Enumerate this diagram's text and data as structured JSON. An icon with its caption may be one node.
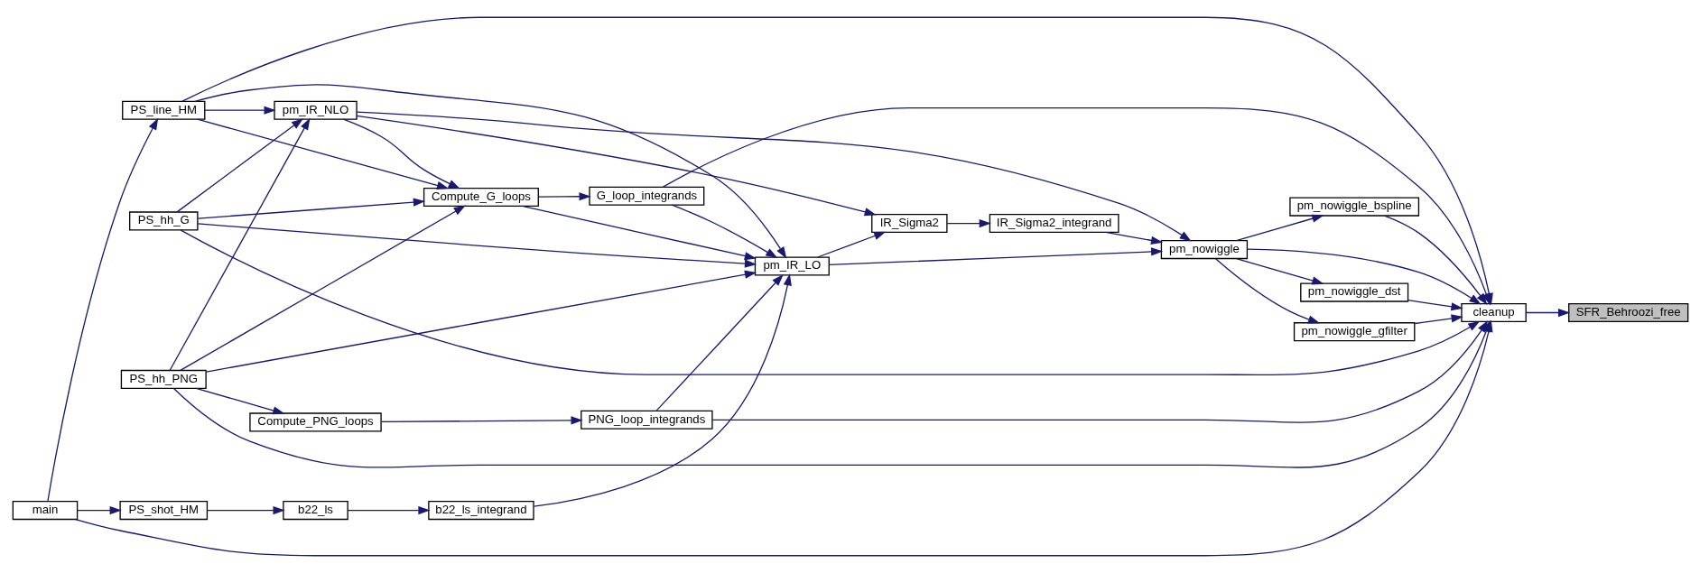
{
  "diagram": {
    "nodes": [
      {
        "text": [
          "main"
        ]
      },
      {
        "text": [
          "PS_line_HM"
        ]
      },
      {
        "text": [
          "PS_hh_G"
        ]
      },
      {
        "text": [
          "PS_hh_PNG"
        ]
      },
      {
        "text": [
          "PS_shot_HM"
        ]
      },
      {
        "text": [
          "Compute_G_loops"
        ]
      },
      {
        "text": [
          "pm_IR_NLO"
        ]
      },
      {
        "text": [
          "Compute_PNG_loops"
        ]
      },
      {
        "text": [
          "b22_ls"
        ]
      },
      {
        "text": [
          "b22_ls_integrand"
        ]
      },
      {
        "text": [
          "G_loop_integrands"
        ]
      },
      {
        "text": [
          "pm_IR_LO"
        ]
      },
      {
        "text": [
          "PNG_loop_integrands"
        ]
      },
      {
        "text": [
          "IR_Sigma2"
        ]
      },
      {
        "text": [
          "IR_Sigma2_integrand"
        ]
      },
      {
        "text": [
          "pm_nowiggle"
        ]
      },
      {
        "text": [
          "pm_nowiggle_dst"
        ]
      },
      {
        "text": [
          "pm_nowiggle_gfilter"
        ]
      },
      {
        "text": [
          "pm_nowiggle_bspline"
        ]
      },
      {
        "text": [
          "cleanup"
        ]
      },
      {
        "text": [
          "SFR_Behroozi_free"
        ]
      }
    ],
    "edges": [
      {
        "from": 0,
        "to": 4,
        "arrow": "to"
      },
      {
        "from": 0,
        "to": 1,
        "arrow": "to"
      },
      {
        "from": 0,
        "to": 19,
        "arrow": "to"
      },
      {
        "from": 4,
        "to": 8,
        "arrow": "to"
      },
      {
        "from": 8,
        "to": 9,
        "arrow": "to"
      },
      {
        "from": 9,
        "to": 11,
        "arrow": "to"
      },
      {
        "from": 1,
        "to": 19,
        "arrow": "to"
      },
      {
        "from": 1,
        "to": 11,
        "arrow": "to"
      },
      {
        "from": 1,
        "to": 5,
        "arrow": "to"
      },
      {
        "from": 1,
        "to": 6,
        "arrow": "to"
      },
      {
        "from": 2,
        "to": 19,
        "arrow": "to"
      },
      {
        "from": 2,
        "to": 5,
        "arrow": "to"
      },
      {
        "from": 2,
        "to": 11,
        "arrow": "to"
      },
      {
        "from": 2,
        "to": 6,
        "arrow": "to"
      },
      {
        "from": 3,
        "to": 5,
        "arrow": "to"
      },
      {
        "from": 3,
        "to": 6,
        "arrow": "to"
      },
      {
        "from": 3,
        "to": 11,
        "arrow": "to"
      },
      {
        "from": 3,
        "to": 7,
        "arrow": "to"
      },
      {
        "from": 3,
        "to": 19,
        "arrow": "to"
      },
      {
        "from": 5,
        "to": 10,
        "arrow": "to"
      },
      {
        "from": 5,
        "to": 11,
        "arrow": "to"
      },
      {
        "from": 6,
        "to": 5,
        "arrow": "to"
      },
      {
        "from": 6,
        "to": 13,
        "arrow": "to"
      },
      {
        "from": 6,
        "to": 15,
        "arrow": "to"
      },
      {
        "from": 7,
        "to": 12,
        "arrow": "to"
      },
      {
        "from": 10,
        "to": 11,
        "arrow": "to"
      },
      {
        "from": 10,
        "to": 19,
        "arrow": "to"
      },
      {
        "from": 12,
        "to": 11,
        "arrow": "to"
      },
      {
        "from": 12,
        "to": 19,
        "arrow": "to"
      },
      {
        "from": 11,
        "to": 13,
        "arrow": "to"
      },
      {
        "from": 11,
        "to": 15,
        "arrow": "to"
      },
      {
        "from": 13,
        "to": 14,
        "arrow": "to"
      },
      {
        "from": 14,
        "to": 15,
        "arrow": "to"
      },
      {
        "from": 15,
        "to": 16,
        "arrow": "to"
      },
      {
        "from": 15,
        "to": 17,
        "arrow": "to"
      },
      {
        "from": 15,
        "to": 18,
        "arrow": "to"
      },
      {
        "from": 15,
        "to": 19,
        "arrow": "to"
      },
      {
        "from": 16,
        "to": 19,
        "arrow": "to"
      },
      {
        "from": 17,
        "to": 19,
        "arrow": "to"
      },
      {
        "from": 18,
        "to": 19,
        "arrow": "to"
      },
      {
        "from": 19,
        "to": 20,
        "arrow": "to"
      }
    ]
  }
}
